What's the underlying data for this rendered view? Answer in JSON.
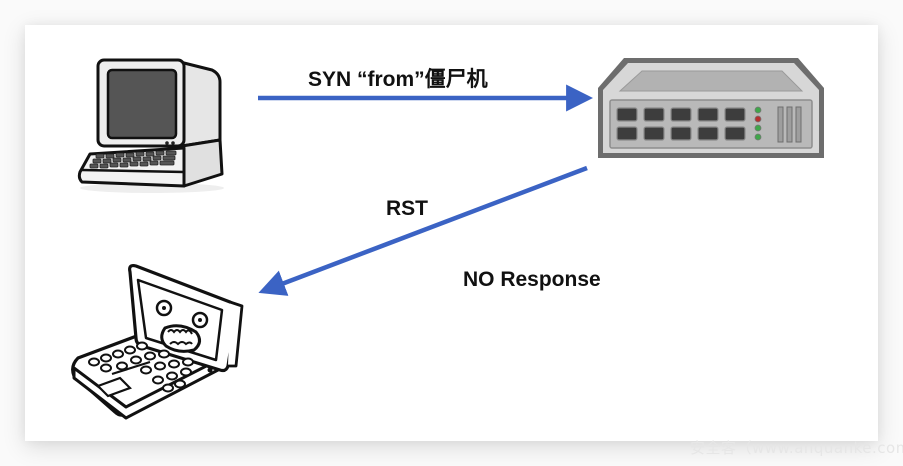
{
  "diagram": {
    "nodes": [
      {
        "id": "zombie-host",
        "icon": "desktop-computer-icon",
        "label": ""
      },
      {
        "id": "server",
        "icon": "network-switch-icon",
        "label": ""
      },
      {
        "id": "victim",
        "icon": "scared-laptop-icon",
        "label": ""
      }
    ],
    "edges": [
      {
        "from": "zombie-host",
        "to": "server",
        "label": "SYN “from”僵尸机"
      },
      {
        "from": "server",
        "to": "victim",
        "label": "RST"
      }
    ],
    "annotations": {
      "no_response": "NO Response"
    },
    "arrow_color": "#3b63c4"
  },
  "watermark": "安全客（www.anquanke.com）"
}
